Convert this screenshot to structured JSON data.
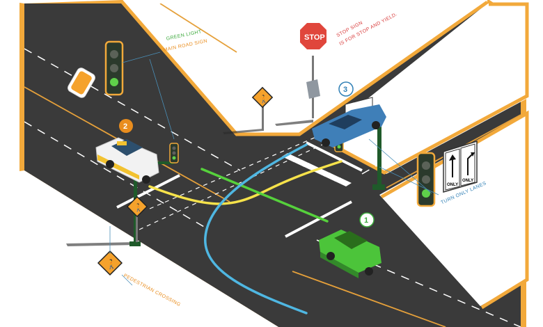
{
  "labels": {
    "green_light": "GREEN LIGHT",
    "main_road_sign": "MAIN ROAD SIGN",
    "stop_sign_line1": "STOP SIGN",
    "stop_sign_line2": "IS FOR STOP AND YIELD.",
    "turn_only_lanes": "TURN ONLY LANES",
    "pedestrian_crossing": "PEDESTRIAN CROSSING"
  },
  "stop_sign_text": "STOP",
  "lane_sign": {
    "left": "ONLY",
    "right": "ONLY"
  },
  "car_numbers": {
    "car1": "1",
    "car2": "2",
    "car3": "3"
  },
  "colors": {
    "road": "#3a3a3a",
    "curb": "#f2a93b",
    "green_label": "#3aa83a",
    "orange_label": "#e98d1e",
    "red_label": "#d83a3a",
    "blue_label": "#2f7fb5",
    "car_green": "#4cc43a",
    "car_blue": "#3f7fb8",
    "car_taxi": "#f2f2f2",
    "path_yellow": "#f6e24a",
    "path_green": "#56d13c",
    "path_blue": "#4fb7e2"
  }
}
